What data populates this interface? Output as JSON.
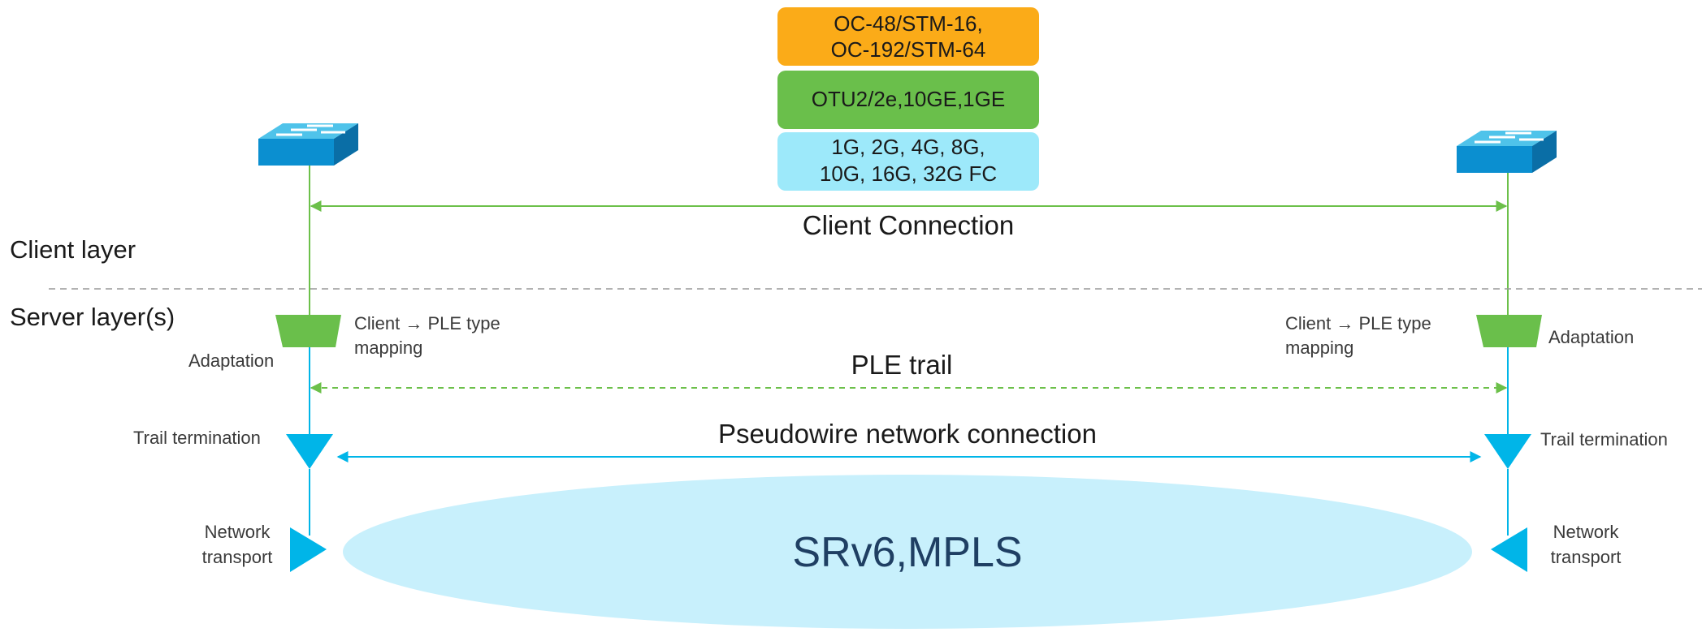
{
  "colors": {
    "client_green": "#6cc04a",
    "network_blue": "#00b5e8",
    "cloud_fill": "#c8f0fc",
    "cloud_text": "#1f3f63",
    "box_orange": "#fbab18",
    "box_green": "#6abf4b",
    "box_cyan": "#9de9fa",
    "divider": "#999999",
    "switch_top": "#4fc3ea",
    "switch_front": "#0b8fd0",
    "switch_side": "#0a6ea6"
  },
  "client_types": [
    {
      "line1": "OC-48/STM-16,",
      "line2": "OC-192/STM-64"
    },
    {
      "line1": "OTU2/2e,10GE,1GE",
      "line2": ""
    },
    {
      "line1": "1G, 2G, 4G, 8G,",
      "line2": "10G, 16G, 32G FC"
    }
  ],
  "layers": {
    "client": "Client layer",
    "server": "Server layer(s)"
  },
  "connections": {
    "client": "Client Connection",
    "ple_trail": "PLE trail",
    "pseudowire": "Pseudowire network connection"
  },
  "left": {
    "mapping_line1": "Client → PLE type",
    "mapping_line2": "mapping",
    "adaptation": "Adaptation",
    "trail_termination": "Trail termination",
    "network_line1": "Network",
    "network_line2": "transport"
  },
  "right": {
    "mapping_line1": "Client → PLE type",
    "mapping_line2": "mapping",
    "adaptation": "Adaptation",
    "trail_termination": "Trail termination",
    "network_line1": "Network",
    "network_line2": "transport"
  },
  "network": {
    "label": "SRv6,MPLS"
  },
  "icons": {
    "switch": "network-switch-icon",
    "adaptation": "trapezoid-adaptation-icon",
    "trail": "triangle-down-icon",
    "transport_left": "triangle-right-icon",
    "transport_right": "triangle-left-icon"
  }
}
